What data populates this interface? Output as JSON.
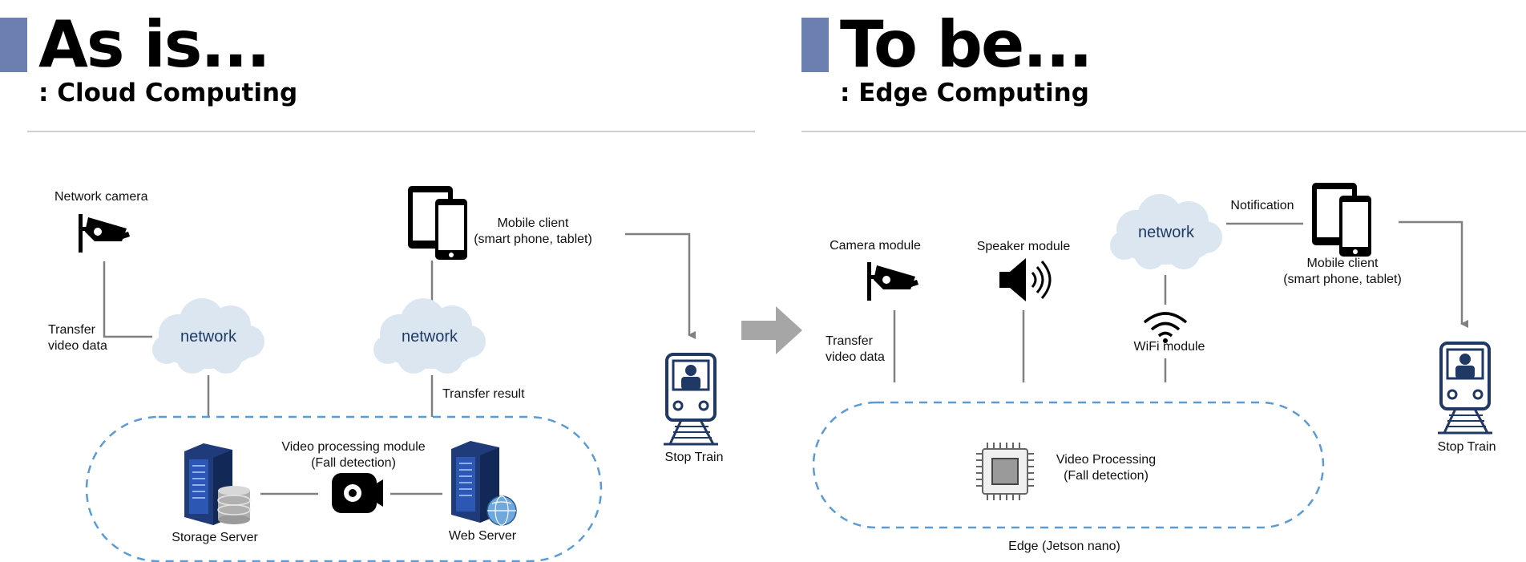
{
  "left": {
    "title": "As is...",
    "subtitle": ": Cloud Computing",
    "network_camera": "Network camera",
    "transfer_video_1": "Transfer",
    "transfer_video_2": "video data",
    "network_a": "network",
    "network_b": "network",
    "mobile_client_1": "Mobile client",
    "mobile_client_2": "(smart phone, tablet)",
    "transfer_result": "Transfer result",
    "video_module_1": "Video processing module",
    "video_module_2": "(Fall detection)",
    "storage_server": "Storage Server",
    "web_server": "Web Server",
    "stop_train": "Stop Train"
  },
  "right": {
    "title": "To be...",
    "subtitle": ": Edge Computing",
    "camera_module": "Camera module",
    "speaker_module": "Speaker module",
    "network": "network",
    "notification": "Notification",
    "mobile_client_1": "Mobile client",
    "mobile_client_2": "(smart phone, tablet)",
    "transfer_video_1": "Transfer",
    "transfer_video_2": "video data",
    "wifi_module": "WiFi module",
    "video_processing_1": "Video Processing",
    "video_processing_2": "(Fall detection)",
    "edge_label": "Edge (Jetson nano)",
    "stop_train": "Stop Train"
  },
  "colors": {
    "accent_bar": "#6b7fb0",
    "cloud_fill": "#dce6f1",
    "cloud_text": "#1f3b64",
    "dashed_border": "#5b9bd5",
    "connector": "#808080",
    "arrow": "#a6a6a6",
    "train": "#1f3864",
    "server": "#1f3b7a"
  },
  "icons": [
    "cctv-camera-icon",
    "cloud-icon",
    "mobile-devices-icon",
    "train-icon",
    "server-icon",
    "database-icon",
    "video-camera-icon",
    "globe-icon",
    "speaker-icon",
    "wifi-icon",
    "chip-icon",
    "arrow-right-icon"
  ]
}
